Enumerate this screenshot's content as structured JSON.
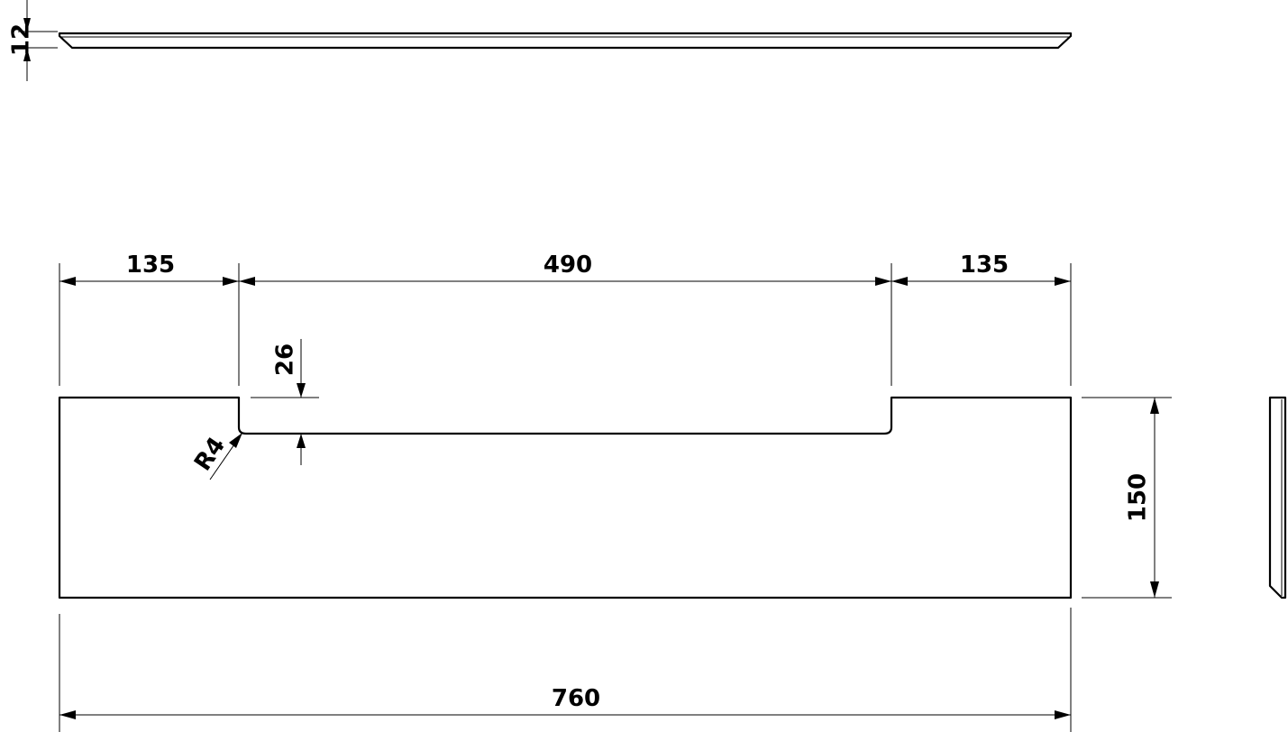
{
  "drawing": {
    "dimensions": {
      "thickness": "12",
      "left_segment": "135",
      "cutout_width": "490",
      "right_segment": "135",
      "cutout_depth": "26",
      "corner_radius": "R4",
      "height": "150",
      "total_width": "760"
    }
  }
}
